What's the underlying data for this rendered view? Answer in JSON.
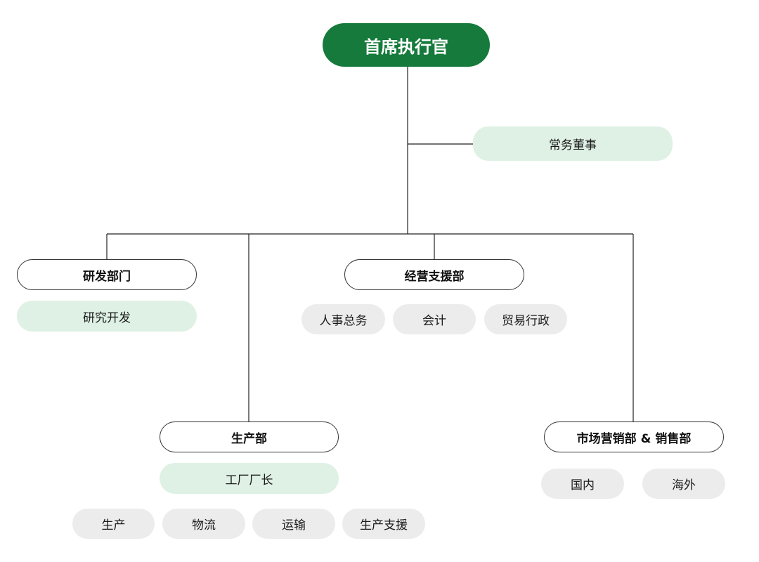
{
  "ceo": "首席执行官",
  "executive_director": "常务董事",
  "departments": {
    "rd": {
      "name": "研发部门",
      "sub_role": "研究开发"
    },
    "operations_support": {
      "name": "经营支援部",
      "units": [
        "人事总务",
        "会计",
        "贸易行政"
      ]
    },
    "production": {
      "name": "生产部",
      "sub_role": "工厂厂长",
      "units": [
        "生产",
        "物流",
        "运输",
        "生产支援"
      ]
    },
    "marketing_sales": {
      "name": "市场营销部 & 销售部",
      "units": [
        "国内",
        "海外"
      ]
    }
  },
  "colors": {
    "ceo_fill": "#157a3b",
    "green_pill": "#dff1e5",
    "grey_pill": "#ececec",
    "connector": "#222222"
  }
}
